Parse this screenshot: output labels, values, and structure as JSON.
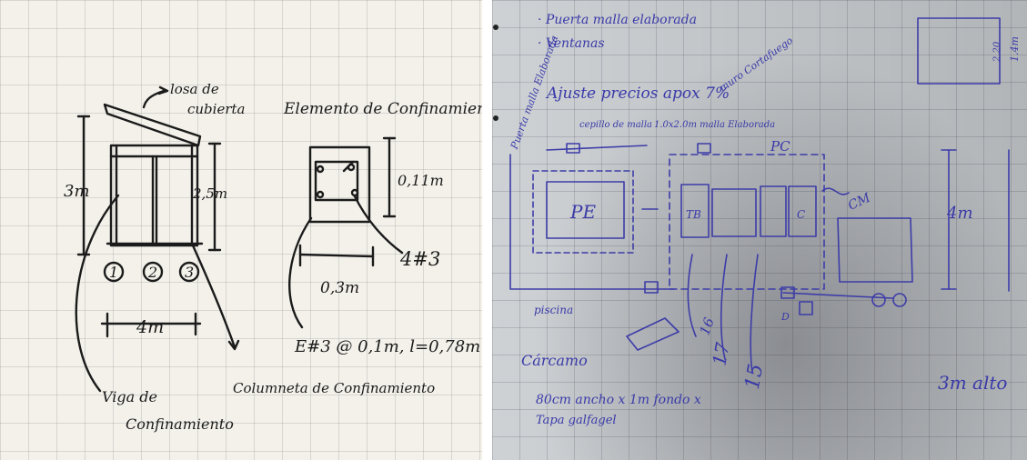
{
  "left_sketch": {
    "label_roof": "losa de cubierta",
    "label_roof_line1": "losa de",
    "label_roof_line2": "cubierta",
    "title": "Elemento de Confinamiento",
    "height_total": "3m",
    "height_inner": "2,5m",
    "column_numbers": [
      "1",
      "2",
      "3"
    ],
    "width": "4m",
    "element_height": "0,11m",
    "element_width": "0,3m",
    "rebar": "4#3",
    "stirrups": "E#3 @ 0,1m, l=0,78m",
    "label_beam_line1": "Viga de",
    "label_beam_line2": "Confinamiento",
    "label_column": "Columneta de Confinamiento"
  },
  "right_sketch": {
    "note_1": "· Puerta malla elaborada",
    "note_2": "· Ventanas",
    "note_3": "Ajuste precios apox 7%",
    "label_door": "Puerta malla Elaborada",
    "label_cepillo": "cepillo de malla",
    "label_malla": "1.0x2.0m malla Elaborada",
    "label_muro": "muro Cortafuego",
    "label_pc": "PC",
    "label_pe": "PE",
    "label_tb": "TB",
    "label_c": "C",
    "label_cm": "CM",
    "label_piscina": "piscina",
    "label_16": "16",
    "label_17": "17",
    "label_15": "15",
    "label_d": "D",
    "label_carcamo": "Cárcamo",
    "note_size": "80cm ancho x 1m fondo x",
    "note_tapa": "Tapa galfagel",
    "label_height": "3m alto",
    "label_4m": "4m",
    "label_dim_a": "2.20",
    "label_dim_b": "1.4m"
  }
}
